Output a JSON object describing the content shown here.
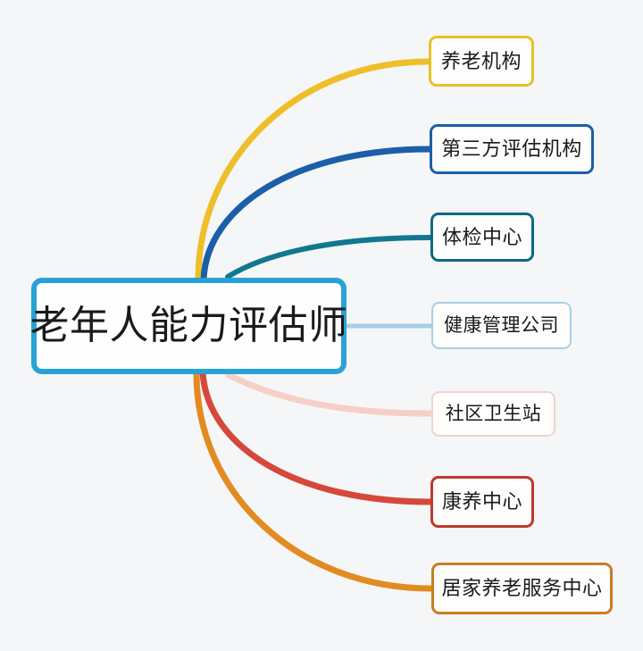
{
  "diagram": {
    "type": "mind-map",
    "title": "老年人能力评估师",
    "background_color": "#f5f6f7",
    "root": {
      "label": "老年人能力评估师",
      "border_color": "#28a2d6"
    },
    "branches": [
      {
        "label": "养老机构",
        "border_color": "#e9c123",
        "edge_color": "#eebf2b"
      },
      {
        "label": "第三方评估机构",
        "border_color": "#1a5fa8",
        "edge_color": "#1a5fa8"
      },
      {
        "label": "体检中心",
        "border_color": "#0c6a81",
        "edge_color": "#10788f"
      },
      {
        "label": "健康管理公司",
        "border_color": "#a7cfe8",
        "edge_color": "#a7cfe8"
      },
      {
        "label": "社区卫生站",
        "border_color": "#eed3d0",
        "edge_color": "#f6cfc9"
      },
      {
        "label": "康养中心",
        "border_color": "#c0392b",
        "edge_color": "#d6483b"
      },
      {
        "label": "居家养老服务中心",
        "border_color": "#c87d22",
        "edge_color": "#e28b21"
      }
    ]
  }
}
